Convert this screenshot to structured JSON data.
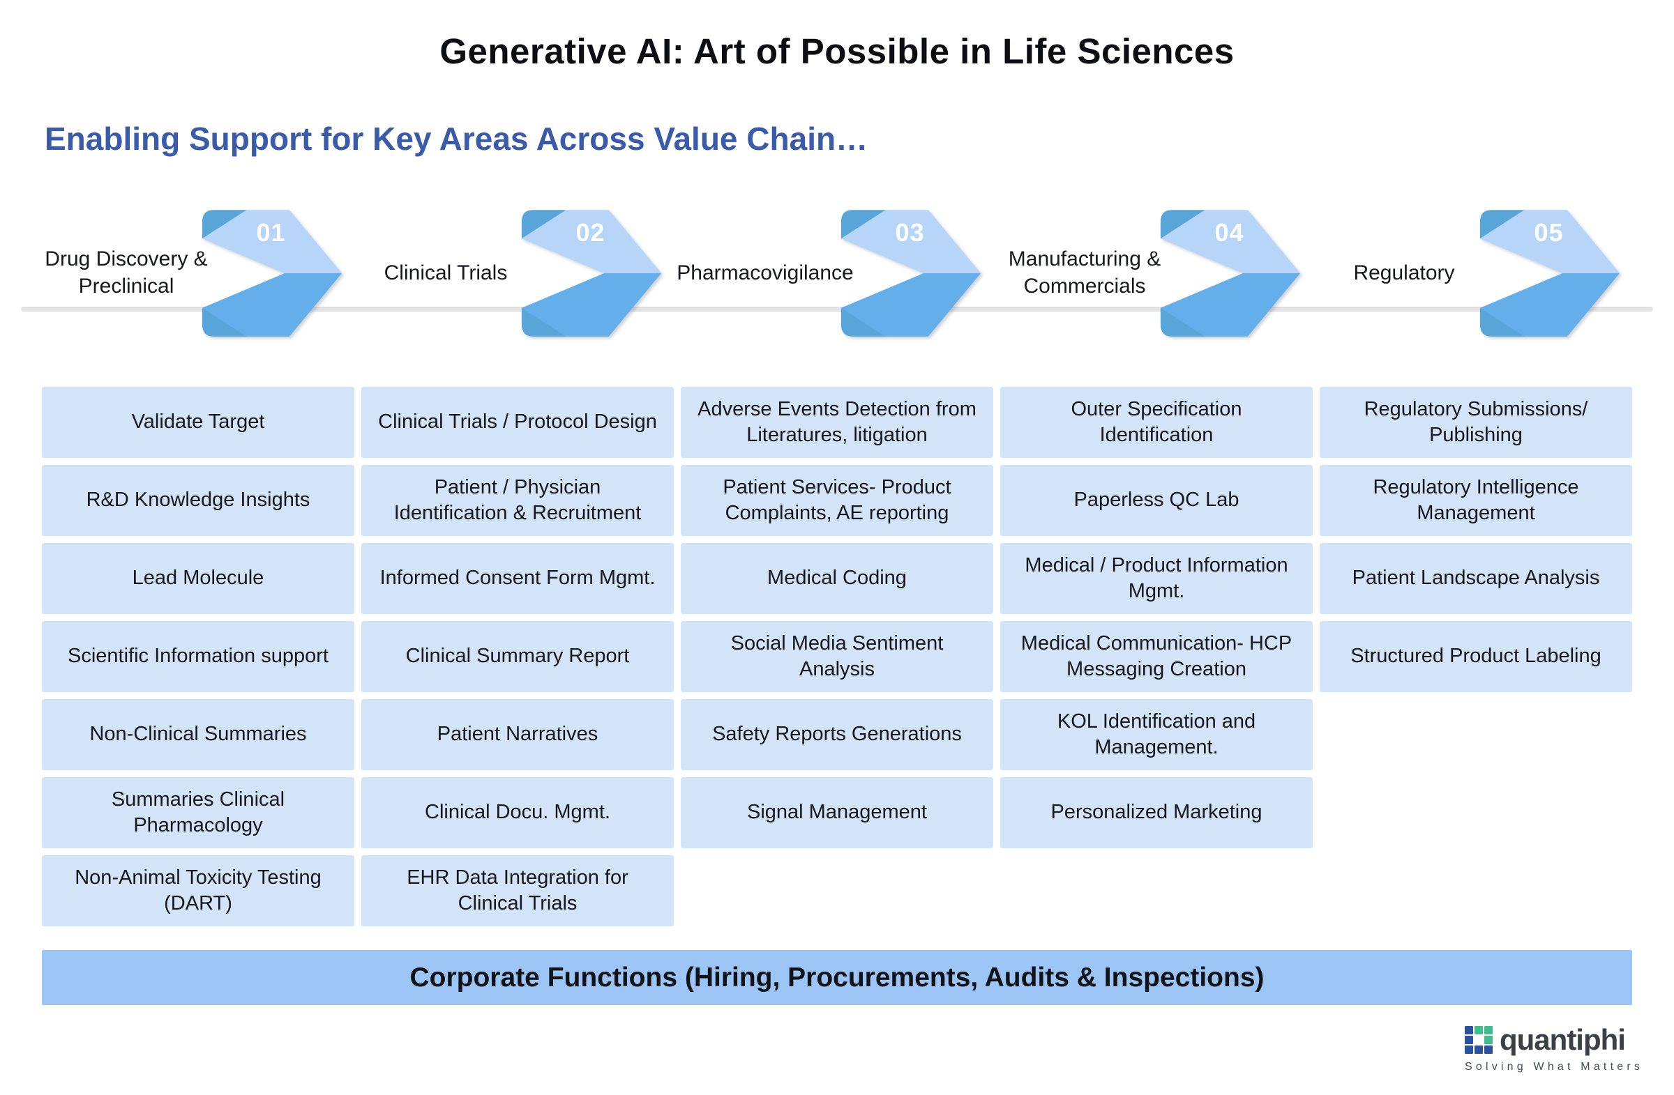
{
  "title": "Generative AI: Art of Possible in Life Sciences",
  "subtitle": "Enabling Support for Key Areas Across Value Chain…",
  "stages": [
    {
      "number": "01",
      "label": "Drug Discovery & Preclinical",
      "items": [
        "Validate Target",
        "R&D Knowledge Insights",
        "Lead Molecule",
        "Scientific Information support",
        "Non-Clinical Summaries",
        "Summaries Clinical Pharmacology",
        "Non-Animal Toxicity Testing (DART)"
      ]
    },
    {
      "number": "02",
      "label": "Clinical Trials",
      "items": [
        "Clinical Trials / Protocol Design",
        "Patient / Physician Identification & Recruitment",
        "Informed Consent Form Mgmt.",
        "Clinical Summary Report",
        "Patient Narratives",
        "Clinical Docu. Mgmt.",
        "EHR Data Integration for Clinical Trials"
      ]
    },
    {
      "number": "03",
      "label": "Pharmacovigilance",
      "items": [
        "Adverse Events Detection from Literatures, litigation",
        "Patient Services- Product Complaints, AE reporting",
        "Medical Coding",
        "Social Media Sentiment Analysis",
        "Safety Reports Generations",
        "Signal Management"
      ]
    },
    {
      "number": "04",
      "label": "Manufacturing & Commercials",
      "items": [
        "Outer Specification Identification",
        "Paperless QC Lab",
        "Medical / Product Information Mgmt.",
        "Medical Communication- HCP Messaging Creation",
        "KOL Identification and Management.",
        "Personalized Marketing"
      ]
    },
    {
      "number": "05",
      "label": "Regulatory",
      "items": [
        "Regulatory Submissions/ Publishing",
        "Regulatory Intelligence Management",
        "Patient Landscape Analysis",
        "Structured Product Labeling"
      ]
    }
  ],
  "corporate": {
    "label": "Corporate Functions (Hiring, Procurements, Audits & Inspections)"
  },
  "logo": {
    "brand": "quantiphi",
    "tagline": "Solving What Matters"
  },
  "colors": {
    "accent_blue": "#3A5BA9",
    "box_fill": "#D3E4F9",
    "bar_fill": "#9CC5F5",
    "arrow_light": "#B6D5F8",
    "arrow_mid": "#64AEE9",
    "arrow_dark": "#58A5D9",
    "line_gray": "#E2E2E2",
    "logo_navy": "#2A529E",
    "logo_green": "#3DBE8F"
  }
}
